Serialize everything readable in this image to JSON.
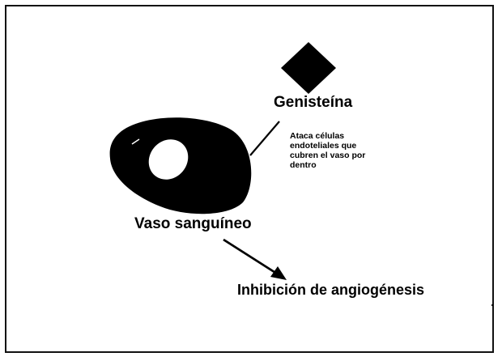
{
  "diagram": {
    "compound_label": "Genisteína",
    "note": "Ataca células\nendoteliales que\ncubren el vaso por\ndentro",
    "vessel_label": "Vaso sanguíneo",
    "result_label": "Inhibición de angiogénesis"
  },
  "colors": {
    "ink": "#000000",
    "background": "#ffffff",
    "frame": "#111111"
  }
}
